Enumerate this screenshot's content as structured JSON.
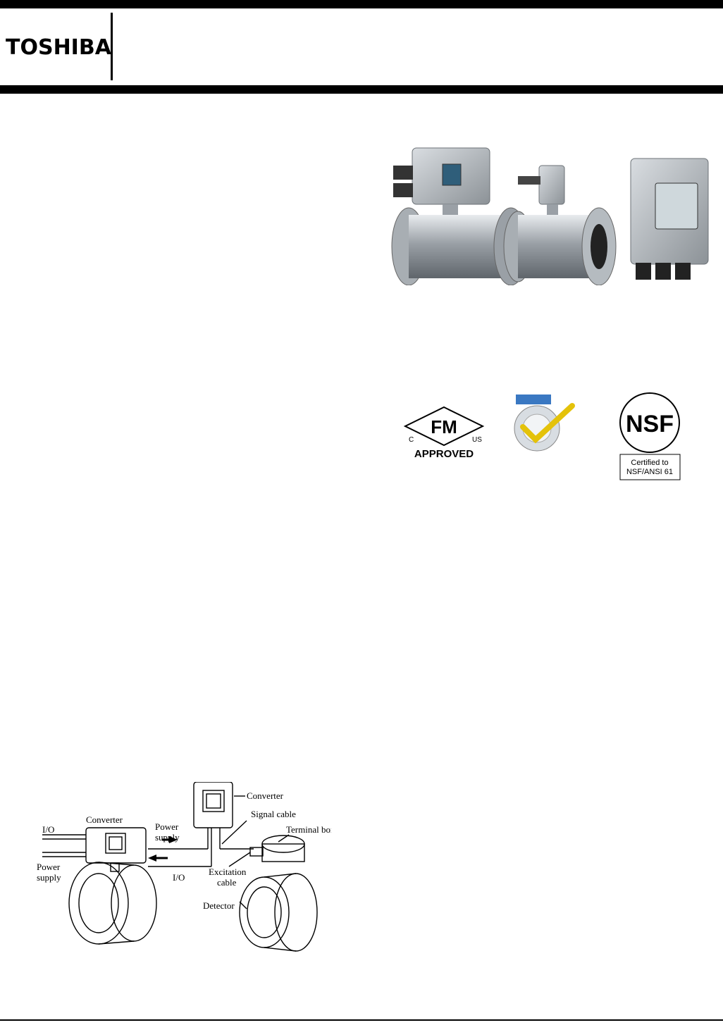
{
  "header": {
    "brand": "TOSHIBA"
  },
  "logos": {
    "fm": {
      "mark": "FM",
      "left": "C",
      "right": "US",
      "caption": "APPROVED"
    },
    "nsf": {
      "mark": "NSF",
      "line1": "Certified to",
      "line2": "NSF/ANSI 61"
    }
  },
  "diagram": {
    "labels": {
      "converter_left": "Converter",
      "io_left": "I/O",
      "power_left_1": "Power",
      "power_left_2": "supply",
      "power_mid_1": "Power",
      "power_mid_2": "supply",
      "io_mid": "I/O",
      "converter_right": "Converter",
      "signal_cable": "Signal cable",
      "terminal_box": "Terminal box",
      "excitation_1": "Excitation",
      "excitation_2": "cable",
      "detector": "Detector"
    }
  }
}
